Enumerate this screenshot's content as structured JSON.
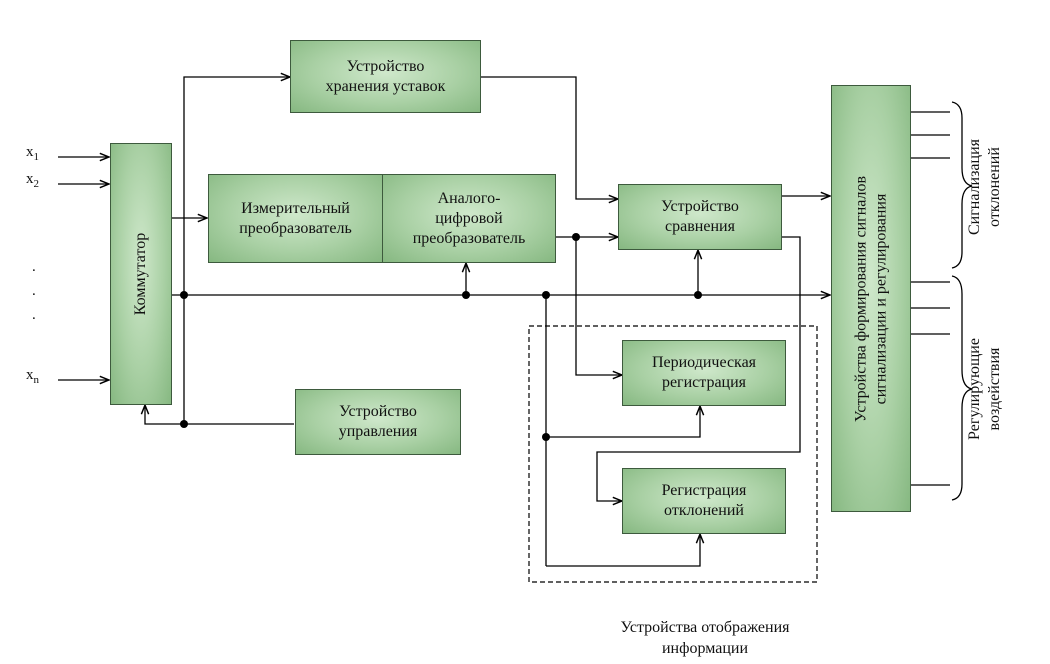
{
  "blocks": {
    "setpoint_storage": "Устройство\nхранения уставок",
    "measuring_converter": "Измерительный\nпреобразователь",
    "adc": "Аналого-\nцифровой\nпреобразователь",
    "comparison": "Устройство\nсравнения",
    "commutator": "Коммутатор",
    "control_unit": "Устройство\nуправления",
    "periodic_registration": "Периодическая\nрегистрация",
    "deviation_registration": "Регистрация\nотклонений",
    "signal_forming": "Устройства формирования сигналов\nсигнализации и регулирования"
  },
  "inputs": {
    "x1": "x",
    "x1_sub": "1",
    "x2": "x",
    "x2_sub": "2",
    "xn": "x",
    "xn_sub": "n",
    "dots": ".\n.\n."
  },
  "outputs": {
    "alarm": "Сигнализация\nотклонений",
    "control_actions": "Регулирующие\nвоздействия"
  },
  "display_group_caption": "Устройства отображения\nинформации"
}
